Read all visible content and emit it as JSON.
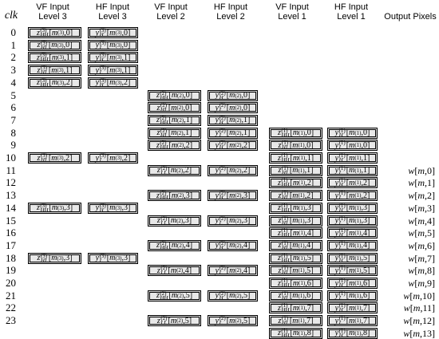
{
  "headers": [
    {
      "line1": "VF Input",
      "line2": "Level 3"
    },
    {
      "line1": "HF Input",
      "line2": "Level 3"
    },
    {
      "line1": "VF Input",
      "line2": "Level 2"
    },
    {
      "line1": "HF Input",
      "line2": "Level 2"
    },
    {
      "line1": "VF Input",
      "line2": "Level 1"
    },
    {
      "line1": "HF Input",
      "line2": "Level 1"
    },
    {
      "line1": "Output Pixels",
      "line2": ""
    }
  ],
  "clk_label": "clk",
  "clk_values": [
    "0",
    "1",
    "2",
    "3",
    "4",
    "5",
    "6",
    "7",
    "8",
    "9",
    "10",
    "11",
    "12",
    "13",
    "14",
    "15",
    "16",
    "17",
    "18",
    "19",
    "20",
    "21",
    "22",
    "23"
  ],
  "cells": {
    "vf3": [
      {
        "clk": 0,
        "text": "z_HH^(3)[m^(3),0]"
      },
      {
        "clk": 1,
        "text": "z_HL^(3)[m^(3),0]"
      },
      {
        "clk": 2,
        "text": "z_HH^(3)[m^(3),1]"
      },
      {
        "clk": 3,
        "text": "z_HL^(3)[m^(3),1]"
      },
      {
        "clk": 4,
        "text": "z_HH^(3)[m^(3),2]"
      },
      {
        "clk": 10,
        "text": "z_HL^(3)[m^(3),2]"
      },
      {
        "clk": 14,
        "text": "z_HH^(3)[m^(3),3]"
      },
      {
        "clk": 18,
        "text": "z_HL^(3)[m^(3),3]"
      }
    ],
    "hf3": [
      {
        "clk": 0,
        "text": "y_H^(3)[m^(3),0]"
      },
      {
        "clk": 1,
        "text": "y_L^(3)[m^(3),0]"
      },
      {
        "clk": 2,
        "text": "y_H^(3)[m^(3),1]"
      },
      {
        "clk": 3,
        "text": "y_L^(3)[m^(3),1]"
      },
      {
        "clk": 4,
        "text": "y_H^(3)[m^(3),2]"
      },
      {
        "clk": 10,
        "text": "y_L^(3)[m^(3),2]"
      },
      {
        "clk": 14,
        "text": "y_H^(3)[m^(3),3]"
      },
      {
        "clk": 18,
        "text": "y_L^(3)[m^(3),3]"
      }
    ],
    "vf2": [
      {
        "clk": 5,
        "text": "z_HH^(2)[m^(2),0]"
      },
      {
        "clk": 6,
        "text": "z_HL^(2)[m^(2),0]"
      },
      {
        "clk": 7,
        "text": "z_HH^(2)[m^(2),1]"
      },
      {
        "clk": 8,
        "text": "z_HL^(2)[m^(2),1]"
      },
      {
        "clk": 9,
        "text": "z_HH^(2)[m^(2),2]"
      },
      {
        "clk": 11,
        "text": "z_LL^(2)[m^(2),2]"
      },
      {
        "clk": 13,
        "text": "z_HH^(2)[m^(2),3]"
      },
      {
        "clk": 15,
        "text": "z_LL^(2)[m^(2),3]"
      },
      {
        "clk": 17,
        "text": "z_HH^(2)[m^(2),4]"
      },
      {
        "clk": 19,
        "text": "z_LL^(2)[m^(2),4]"
      },
      {
        "clk": 21,
        "text": "z_HH^(2)[m^(2),5]"
      },
      {
        "clk": 23,
        "text": "z_LL^(2)[m^(2),5]"
      }
    ],
    "hf2": [
      {
        "clk": 5,
        "text": "y_H^(2)[m^(2),0]"
      },
      {
        "clk": 6,
        "text": "y_L^(2)[m^(2),0]"
      },
      {
        "clk": 7,
        "text": "y_H^(2)[m^(2),1]"
      },
      {
        "clk": 8,
        "text": "y_L^(2)[m^(2),1]"
      },
      {
        "clk": 9,
        "text": "y_H^(2)[m^(2),2]"
      },
      {
        "clk": 11,
        "text": "y_L^(2)[m^(2),2]"
      },
      {
        "clk": 13,
        "text": "y_H^(2)[m^(2),3]"
      },
      {
        "clk": 15,
        "text": "y_L^(2)[m^(2),3]"
      },
      {
        "clk": 17,
        "text": "y_H^(2)[m^(2),4]"
      },
      {
        "clk": 19,
        "text": "y_L^(2)[m^(2),4]"
      },
      {
        "clk": 21,
        "text": "y_H^(2)[m^(2),5]"
      },
      {
        "clk": 23,
        "text": "y_L^(2)[m^(2),5]"
      }
    ],
    "vf1": [
      {
        "clk": 8,
        "text": "z_HH^(1)[m^(1),0]"
      },
      {
        "clk": 9,
        "text": "z_HL^(1)[m^(1),0]"
      },
      {
        "clk": 10,
        "text": "z_HH^(1)[m^(1),1]"
      },
      {
        "clk": 11,
        "text": "z_HL^(1)[m^(1),1]"
      },
      {
        "clk": 12,
        "text": "z_HH^(1)[m^(1),2]"
      },
      {
        "clk": 13,
        "text": "z_HL^(1)[m^(1),2]"
      },
      {
        "clk": 14,
        "text": "z_HH^(1)[m^(1),3]"
      },
      {
        "clk": 15,
        "text": "z_HL^(1)[m^(1),3]"
      },
      {
        "clk": 16,
        "text": "z_HH^(1)[m^(1),4]"
      },
      {
        "clk": 17,
        "text": "z_HL^(1)[m^(1),4]"
      },
      {
        "clk": 18,
        "text": "z_HH^(1)[m^(1),5]"
      },
      {
        "clk": 19,
        "text": "z_HL^(1)[m^(1),5]"
      },
      {
        "clk": 20,
        "text": "z_HH^(1)[m^(1),6]"
      },
      {
        "clk": 21,
        "text": "z_HL^(1)[m^(1),6]"
      },
      {
        "clk": 22,
        "text": "z_HH^(1)[m^(1),7]"
      },
      {
        "clk": 23,
        "text": "z_HL^(1)[m^(1),7]"
      },
      {
        "clk": 24,
        "text": "z_HH^(1)[m^(1),8]"
      }
    ],
    "hf1": [
      {
        "clk": 8,
        "text": "y_H^(1)[m^(1),0]"
      },
      {
        "clk": 9,
        "text": "y_L^(1)[m^(1),0]"
      },
      {
        "clk": 10,
        "text": "y_H^(1)[m^(1),1]"
      },
      {
        "clk": 11,
        "text": "y_L^(1)[m^(1),1]"
      },
      {
        "clk": 12,
        "text": "y_H^(1)[m^(1),2]"
      },
      {
        "clk": 13,
        "text": "y_L^(1)[m^(1),2]"
      },
      {
        "clk": 14,
        "text": "y_H^(1)[m^(1),3]"
      },
      {
        "clk": 15,
        "text": "y_L^(1)[m^(1),3]"
      },
      {
        "clk": 16,
        "text": "y_H^(1)[m^(1),4]"
      },
      {
        "clk": 17,
        "text": "y_L^(1)[m^(1),4]"
      },
      {
        "clk": 18,
        "text": "y_H^(1)[m^(1),5]"
      },
      {
        "clk": 19,
        "text": "y_L^(1)[m^(1),5]"
      },
      {
        "clk": 20,
        "text": "y_H^(1)[m^(1),6]"
      },
      {
        "clk": 21,
        "text": "y_L^(1)[m^(1),6]"
      },
      {
        "clk": 22,
        "text": "y_H^(1)[m^(1),7]"
      },
      {
        "clk": 23,
        "text": "y_L^(1)[m^(1),7]"
      },
      {
        "clk": 24,
        "text": "y_H^(1)[m^(1),8]"
      }
    ],
    "out": [
      {
        "clk": 11,
        "text": "w[m,0]"
      },
      {
        "clk": 12,
        "text": "w[m,1]"
      },
      {
        "clk": 13,
        "text": "w[m,2]"
      },
      {
        "clk": 14,
        "text": "w[m,3]"
      },
      {
        "clk": 15,
        "text": "w[m,4]"
      },
      {
        "clk": 16,
        "text": "w[m,5]"
      },
      {
        "clk": 17,
        "text": "w[m,6]"
      },
      {
        "clk": 18,
        "text": "w[m,7]"
      },
      {
        "clk": 19,
        "text": "w[m,8]"
      },
      {
        "clk": 20,
        "text": "w[m,9]"
      },
      {
        "clk": 21,
        "text": "w[m,10]"
      },
      {
        "clk": 22,
        "text": "w[m,11]"
      },
      {
        "clk": 23,
        "text": "w[m,12]"
      },
      {
        "clk": 24,
        "text": "w[m,13]"
      }
    ]
  }
}
